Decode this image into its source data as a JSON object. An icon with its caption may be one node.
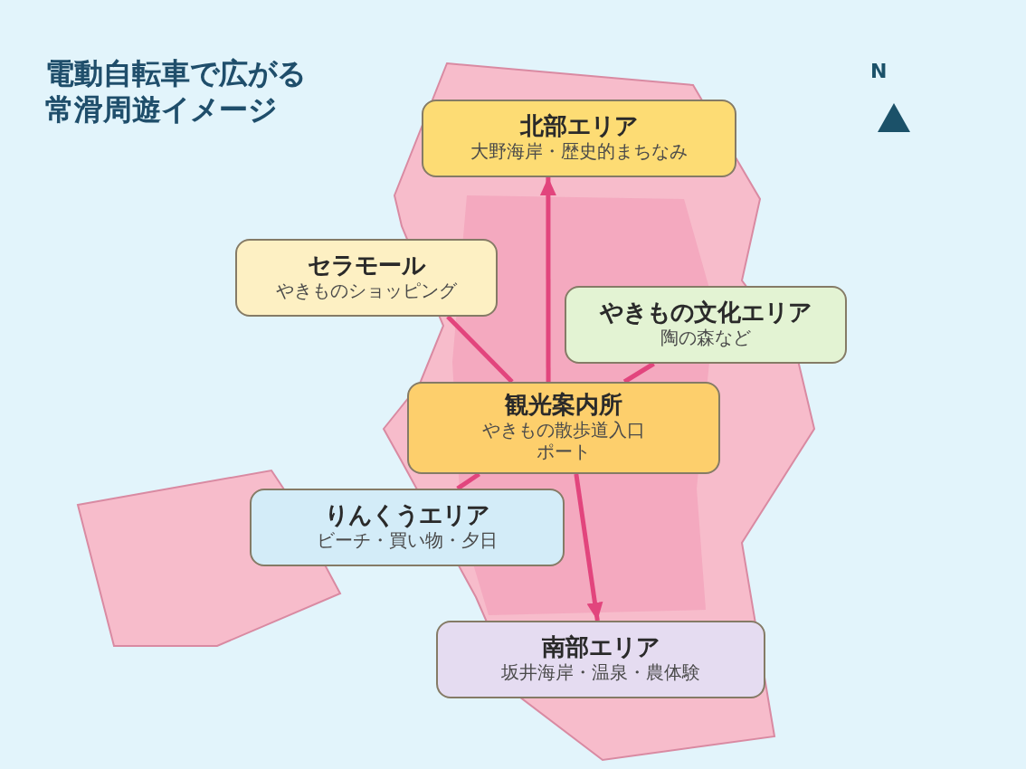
{
  "diagram": {
    "title": "電動自転車で広がる常滑周遊イメージ",
    "nodes": [
      {
        "text": [
          "北部エリア",
          "大野海岸・歴史的まちなみ"
        ]
      },
      {
        "text": [
          "セラモール",
          "やきものショッピング"
        ]
      },
      {
        "text": [
          "やきもの文化エリア",
          "陶の森など"
        ]
      },
      {
        "text": [
          "観光案内所",
          "やきもの散歩道入口",
          "ポート"
        ]
      },
      {
        "text": [
          "りんくうエリア",
          "ビーチ・買い物・夕日"
        ]
      },
      {
        "text": [
          "南部エリア",
          "坂井海岸・温泉・農体験"
        ]
      }
    ],
    "edges": [
      {
        "from": 3,
        "to": 0,
        "arrow": "to"
      },
      {
        "from": 3,
        "to": 1,
        "arrow": "none"
      },
      {
        "from": 3,
        "to": 2,
        "arrow": "none"
      },
      {
        "from": 3,
        "to": 4,
        "arrow": "none"
      },
      {
        "from": 3,
        "to": 5,
        "arrow": "to"
      }
    ],
    "labels": [
      "N"
    ]
  }
}
